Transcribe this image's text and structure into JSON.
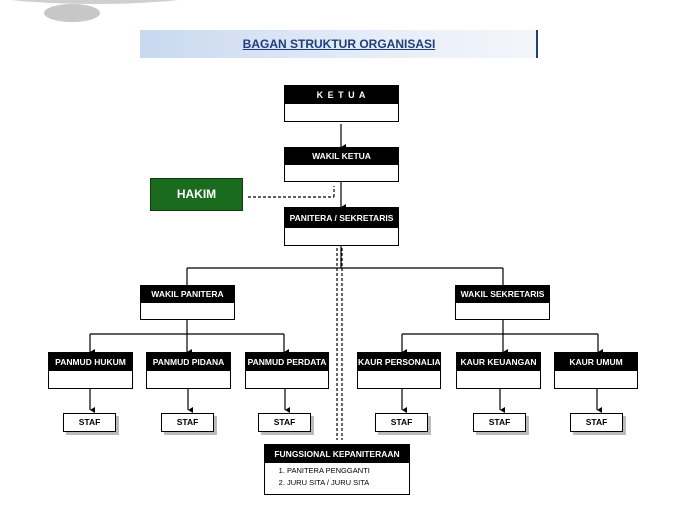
{
  "title": "BAGAN STRUKTUR ORGANISASI",
  "nodes": {
    "ketua": "K E T U A",
    "wakil_ketua": "WAKIL KETUA",
    "hakim": "HAKIM",
    "panitera_sekretaris": "PANITERA / SEKRETARIS",
    "wakil_panitera": "WAKIL PANITERA",
    "wakil_sekretaris": "WAKIL SEKRETARIS",
    "panmud_hukum": "PANMUD HUKUM",
    "panmud_pidana": "PANMUD PIDANA",
    "panmud_perdata": "PANMUD PERDATA",
    "kaur_personalia": "KAUR PERSONALIA",
    "kaur_keuangan": "KAUR KEUANGAN",
    "kaur_umum": "KAUR UMUM",
    "staf": "STAF"
  },
  "fungsional": {
    "title": "FUNGSIONAL KEPANITERAAN",
    "items": [
      "PANITERA PENGGANTI",
      "JURU SITA / JURU SITA"
    ]
  },
  "colors": {
    "hakim_fill": "#1a6b1e",
    "title_text": "#1f3f7a",
    "title_band": "#c9d8ef"
  }
}
